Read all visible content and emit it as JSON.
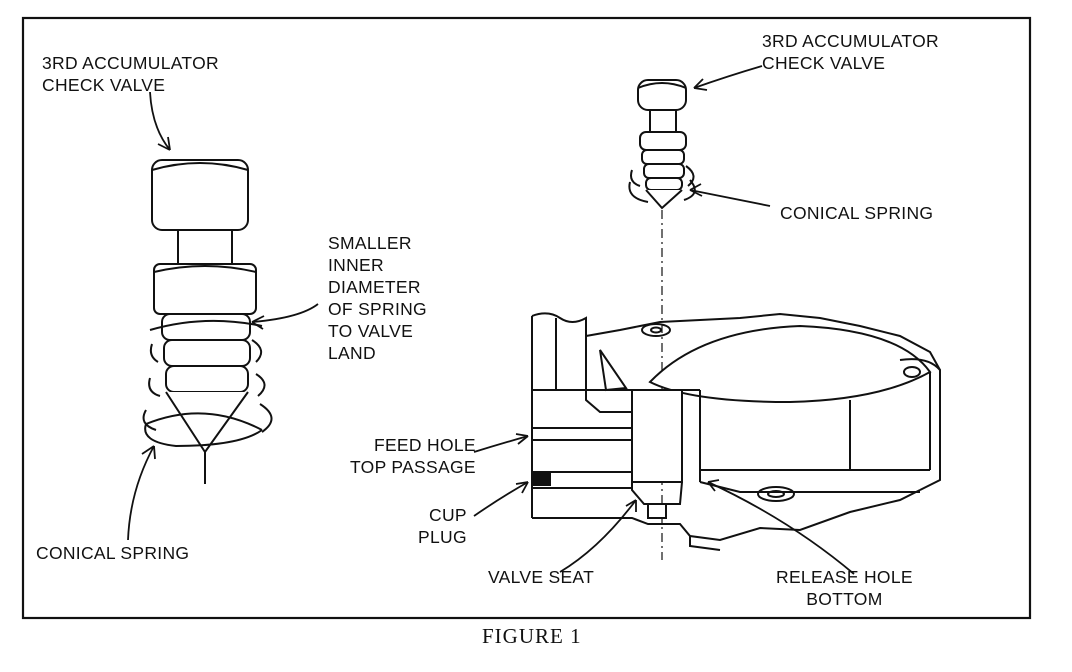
{
  "figure": {
    "caption": "FIGURE 1",
    "left_view": {
      "valve_label": "3RD ACCUMULATOR\nCHECK VALVE",
      "spring_note": "SMALLER\nINNER\nDIAMETER\nOF SPRING\nTO VALVE\nLAND",
      "spring_label": "CONICAL SPRING"
    },
    "right_view": {
      "valve_label": "3RD ACCUMULATOR\nCHECK VALVE",
      "spring_label": "CONICAL SPRING",
      "feed_hole_label": "FEED HOLE\nTOP PASSAGE",
      "cup_plug_label": "CUP\nPLUG",
      "valve_seat_label": "VALVE SEAT",
      "release_hole_label": "RELEASE HOLE\nBOTTOM"
    }
  }
}
